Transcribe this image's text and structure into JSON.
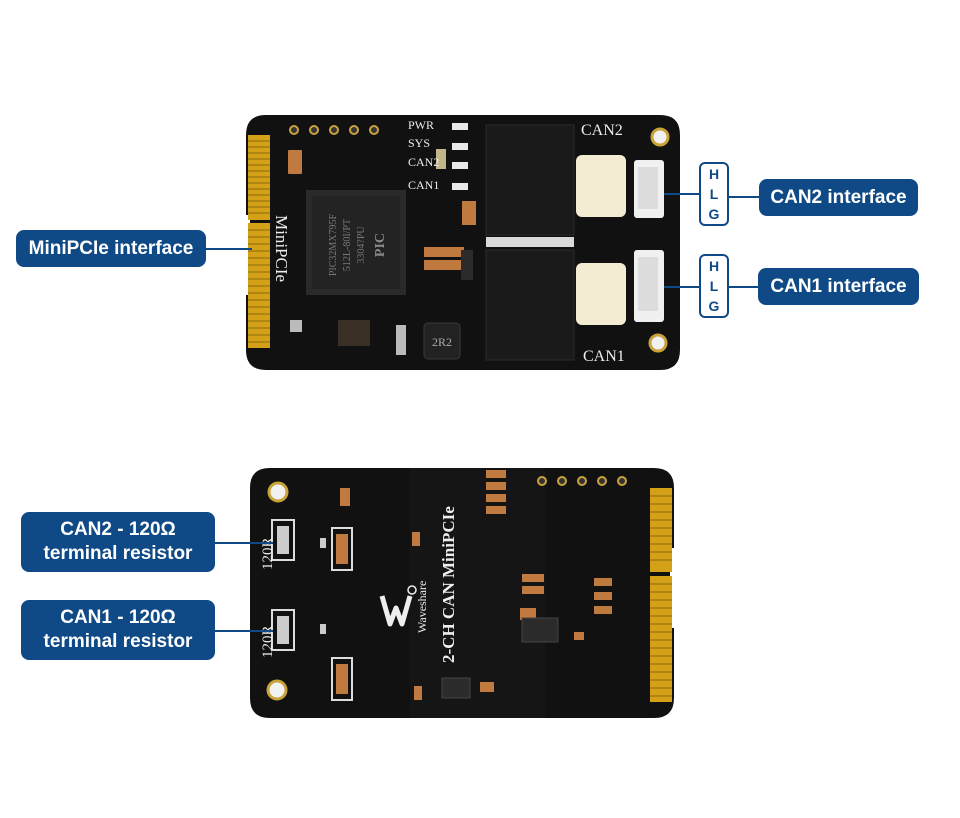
{
  "callouts": {
    "minipcie": "MiniPCIe interface",
    "can2_interface": "CAN2 interface",
    "can1_interface": "CAN1 interface",
    "can2_resistor_line1": "CAN2 - 120Ω",
    "can2_resistor_line2": "terminal resistor",
    "can1_resistor_line1": "CAN1 - 120Ω",
    "can1_resistor_line2": "terminal resistor"
  },
  "hlg_letters": [
    "H",
    "L",
    "G"
  ],
  "board_top": {
    "silk_pwr": "PWR",
    "silk_sys": "SYS",
    "silk_can2_led": "CAN2",
    "silk_can1_led": "CAN1",
    "silk_can2": "CAN2",
    "silk_can1": "CAN1",
    "silk_minipcie": "MiniPCIe",
    "chip_line1": "PIC32MX795F",
    "chip_line2": "512L-80I/PT",
    "chip_line3": "3304?PU",
    "chip_brand": "PIC",
    "inductor_label": "2R2"
  },
  "board_bottom": {
    "silk_title": "2-CH CAN MiniPCIe",
    "silk_brand": "Waveshare",
    "silk_120r_top": "120R",
    "silk_120r_bottom": "120R"
  },
  "colors": {
    "callout_bg": "#0f4a87",
    "pcb": "#111111",
    "gold": "#d4a017"
  }
}
